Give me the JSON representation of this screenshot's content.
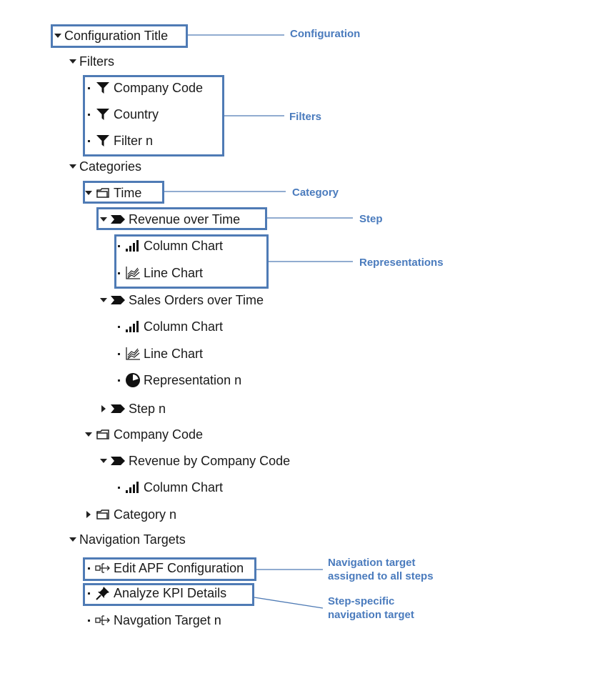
{
  "tree": {
    "config_title": "Configuration Title",
    "filters_label": "Filters",
    "filters": [
      "Company Code",
      "Country",
      "Filter n"
    ],
    "categories_label": "Categories",
    "category_time": "Time",
    "step_revenue": "Revenue over Time",
    "step_revenue_reps": [
      "Column Chart",
      "Line Chart"
    ],
    "step_sales": "Sales Orders over Time",
    "step_sales_reps": [
      "Column Chart",
      "Line Chart",
      "Representation n"
    ],
    "step_n": "Step n",
    "category_company": "Company Code",
    "step_revenue_company": "Revenue by Company Code",
    "step_revenue_company_reps": [
      "Column Chart"
    ],
    "category_n": "Category n",
    "nav_label": "Navigation Targets",
    "nav_targets": [
      "Edit APF Configuration",
      "Analyze KPI Details",
      "Navgation Target n"
    ]
  },
  "annotations": {
    "configuration": "Configuration",
    "filters": "Filters",
    "category": "Category",
    "step": "Step",
    "representations": "Representations",
    "nav_all_line1": "Navigation target",
    "nav_all_line2": "assigned to all steps",
    "nav_specific_line1": "Step-specific",
    "nav_specific_line2": "navigation target"
  },
  "icons": {
    "filter": "filter-funnel-icon",
    "category": "folder-icon",
    "step": "chevron-step-icon",
    "column_chart": "column-chart-icon",
    "line_chart": "line-chart-icon",
    "pie_chart": "pie-chart-icon",
    "navigation": "navigation-target-icon",
    "pin": "pushpin-icon"
  },
  "colors": {
    "highlight_border": "#4f7bb5",
    "annotation_text": "#4a7bbd",
    "leader_line": "#4f7bb5"
  }
}
